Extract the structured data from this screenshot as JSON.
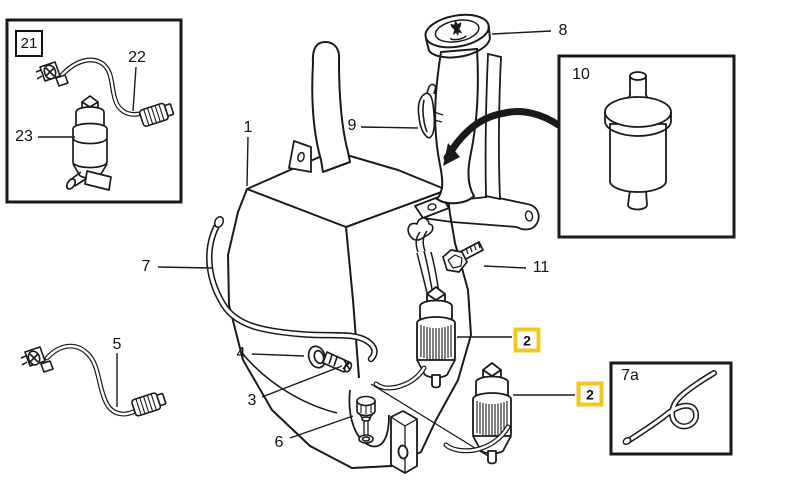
{
  "diagram": {
    "background_color": "#ffffff",
    "line_color": "#1a1a1a",
    "highlight_color": "#f2c71f",
    "cap_icon": "washer-spray-icon",
    "callouts": {
      "p1": "1",
      "p2a": "2",
      "p2b": "2",
      "p3": "3",
      "p4": "4",
      "p5": "5",
      "p6": "6",
      "p7": "7",
      "p7a": "7a",
      "p8": "8",
      "p9": "9",
      "p10": "10",
      "p11": "11",
      "p21": "21",
      "p22": "22",
      "p23": "23"
    }
  }
}
